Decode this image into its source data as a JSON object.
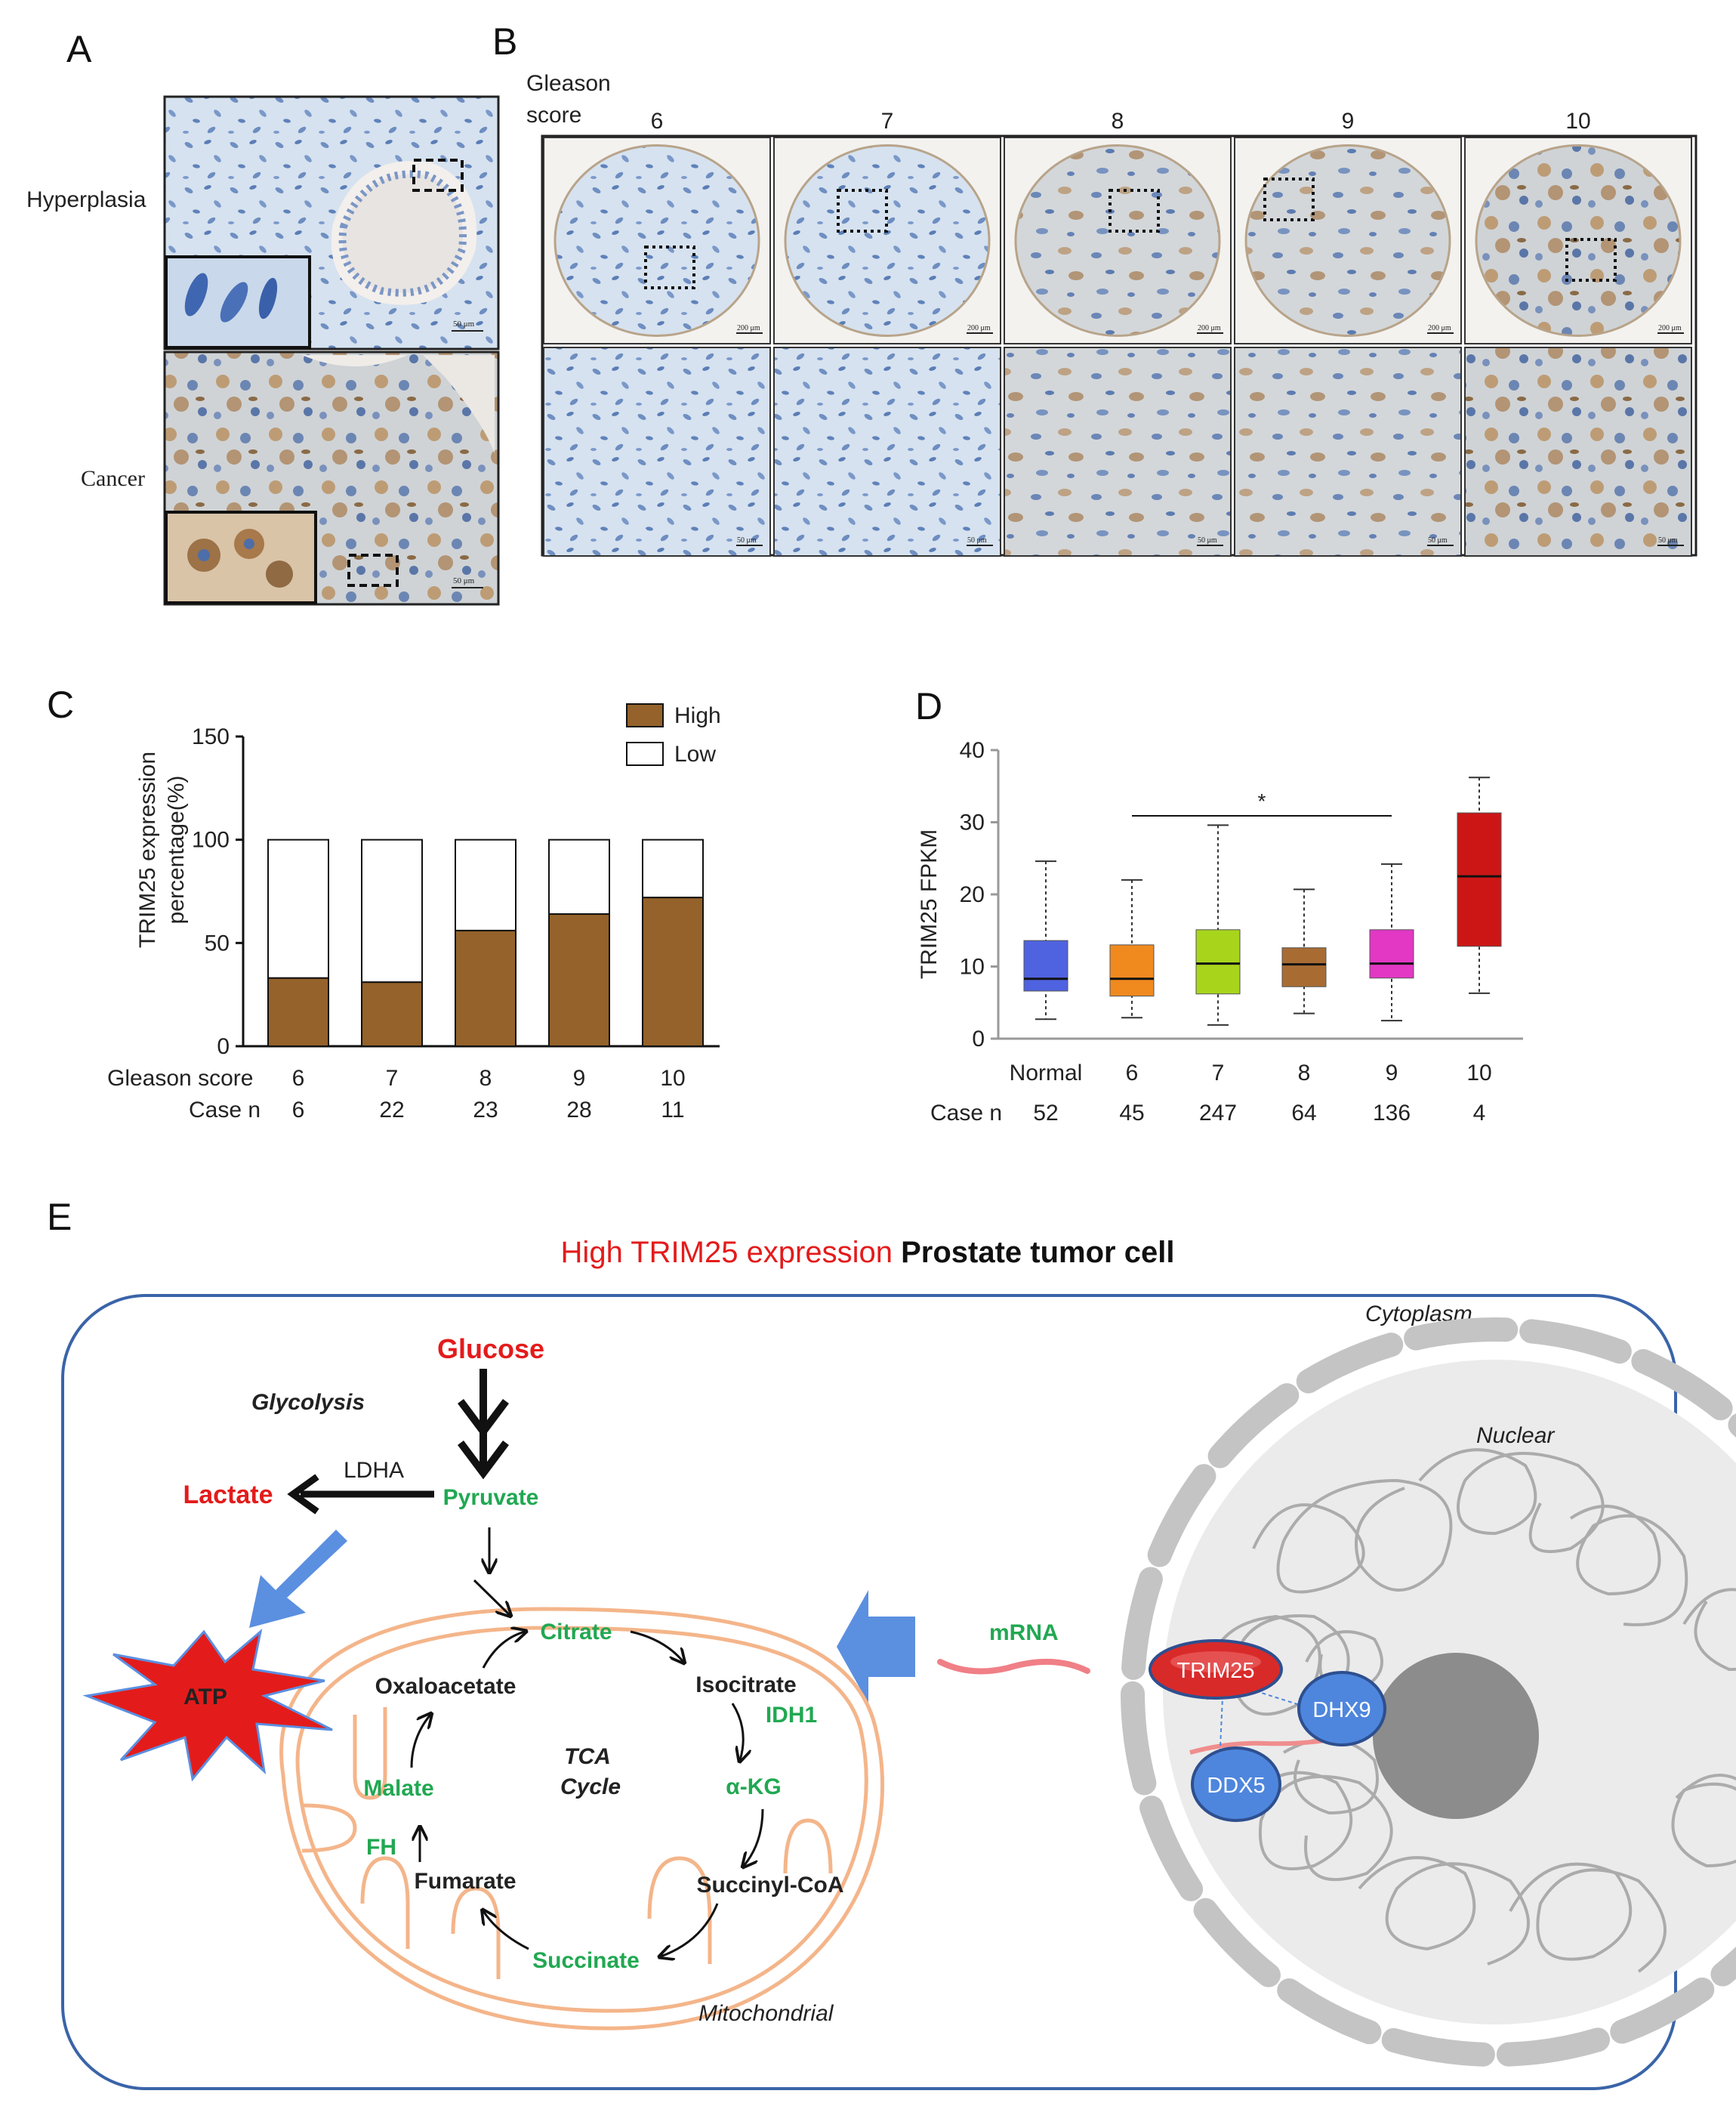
{
  "panel_letters": [
    "A",
    "B",
    "C",
    "D",
    "E"
  ],
  "panelA": {
    "row_labels": [
      "Hyperplasia",
      "Cancer"
    ],
    "scale_text": [
      "50 μm",
      "50 μm"
    ]
  },
  "panelB": {
    "header_label": "Gleason\nscore",
    "header_label_lines": [
      "Gleason",
      "score"
    ],
    "columns": [
      "6",
      "7",
      "8",
      "9",
      "10"
    ],
    "top_scale_text": "200 μm",
    "bottom_scale_text": "50 μm"
  },
  "colors": {
    "high_bar": "#94622a",
    "box_normal": "#4f62e0",
    "box_6": "#f08a1f",
    "box_7": "#a8d51c",
    "box_8": "#a86c33",
    "box_9": "#e238c4",
    "box_10": "#cc1616",
    "red_text": "#e41b1b",
    "green_text": "#21a852",
    "mito": "#f4b58a",
    "cell_border": "#3a64a8",
    "arrow_blue": "#5b8fe0",
    "protein_blue": "#4e86dd",
    "trim25_red": "#d92a2a"
  },
  "chart_data": [
    {
      "type": "bar",
      "stacked": true,
      "ylabel": "TRIM25 expression percentage(%)",
      "ylabel_lines": [
        "TRIM25 expression",
        "percentage(%)"
      ],
      "ylim": [
        0,
        150
      ],
      "yticks": [
        "0",
        "50",
        "100",
        "150"
      ],
      "row_labels": [
        "Gleason score",
        "Case n"
      ],
      "categories": [
        "6",
        "7",
        "8",
        "9",
        "10"
      ],
      "case_n": [
        "6",
        "22",
        "23",
        "28",
        "11"
      ],
      "series": [
        {
          "name": "High",
          "values": [
            33,
            31,
            56,
            64,
            72
          ]
        },
        {
          "name": "Low",
          "values": [
            67,
            69,
            44,
            36,
            28
          ]
        }
      ],
      "legend": "top-right"
    },
    {
      "type": "box",
      "ylabel": "TRIM25 FPKM",
      "ylim": [
        0,
        40
      ],
      "yticks": [
        "0",
        "10",
        "20",
        "30",
        "40"
      ],
      "categories": [
        "Normal",
        "6",
        "7",
        "8",
        "9",
        "10"
      ],
      "row_label": "Case n",
      "case_n": [
        "52",
        "45",
        "247",
        "64",
        "136",
        "4"
      ],
      "boxes": [
        {
          "min": 2.7,
          "q1": 6.6,
          "median": 8.3,
          "q3": 13.6,
          "max": 24.6
        },
        {
          "min": 2.9,
          "q1": 5.9,
          "median": 8.3,
          "q3": 13.0,
          "max": 22.0
        },
        {
          "min": 1.9,
          "q1": 6.2,
          "median": 10.4,
          "q3": 15.1,
          "max": 29.6
        },
        {
          "min": 3.5,
          "q1": 7.2,
          "median": 10.3,
          "q3": 12.6,
          "max": 20.7
        },
        {
          "min": 2.5,
          "q1": 8.4,
          "median": 10.4,
          "q3": 15.1,
          "max": 24.2
        },
        {
          "min": 6.3,
          "q1": 12.8,
          "median": 22.5,
          "q3": 31.3,
          "max": 36.2
        }
      ],
      "significance": {
        "from": "6",
        "to": "9",
        "label": "*"
      }
    }
  ],
  "panelE": {
    "title_red": "High TRIM25 expression",
    "title_black": " Prostate tumor cell",
    "cytoplasm": "Cytoplasm",
    "nuclear": "Nuclear",
    "mitochondrial": "Mitochondrial",
    "glucose": "Glucose",
    "glycolysis": "Glycolysis",
    "ldha": "LDHA",
    "lactate": "Lactate",
    "pyruvate": "Pyruvate",
    "atp": "ATP",
    "citrate": "Citrate",
    "isocitrate": "Isocitrate",
    "idh1": "IDH1",
    "akg": "α-KG",
    "succinyl": "Succinyl-CoA",
    "succinate": "Succinate",
    "fumarate": "Fumarate",
    "fh": "FH",
    "malate": "Malate",
    "oxaloacetate": "Oxaloacetate",
    "tca1": "TCA",
    "tca2": "Cycle",
    "mrna": "mRNA",
    "trim25": "TRIM25",
    "dhx9": "DHX9",
    "ddx5": "DDX5"
  }
}
